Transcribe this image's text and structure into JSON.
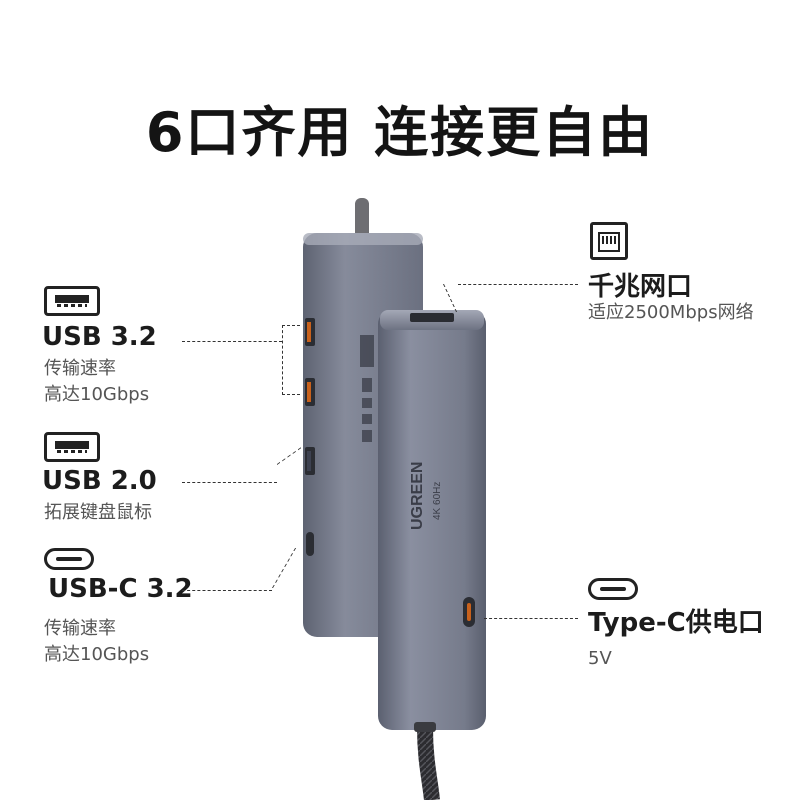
{
  "headline": "6口齐用  连接更自由",
  "features": {
    "usb32": {
      "title": "USB 3.2",
      "lines": [
        "传输速率",
        "高达10Gbps"
      ]
    },
    "usb20": {
      "title": "USB 2.0",
      "lines": [
        "拓展键盘鼠标"
      ]
    },
    "usbc32": {
      "title": "USB-C 3.2",
      "lines": [
        "传输速率",
        "高达10Gbps"
      ]
    },
    "ethernet": {
      "title": "千兆网口",
      "lines": [
        "适应2500Mbps网络"
      ]
    },
    "typec_power": {
      "title": "Type-C供电口",
      "lines": [
        "5V"
      ]
    }
  },
  "device": {
    "brand": "UGREEN",
    "model_text": "4K 60Hz",
    "body_color": "#7a7f8e",
    "accent_port_color": "#c8611c"
  }
}
